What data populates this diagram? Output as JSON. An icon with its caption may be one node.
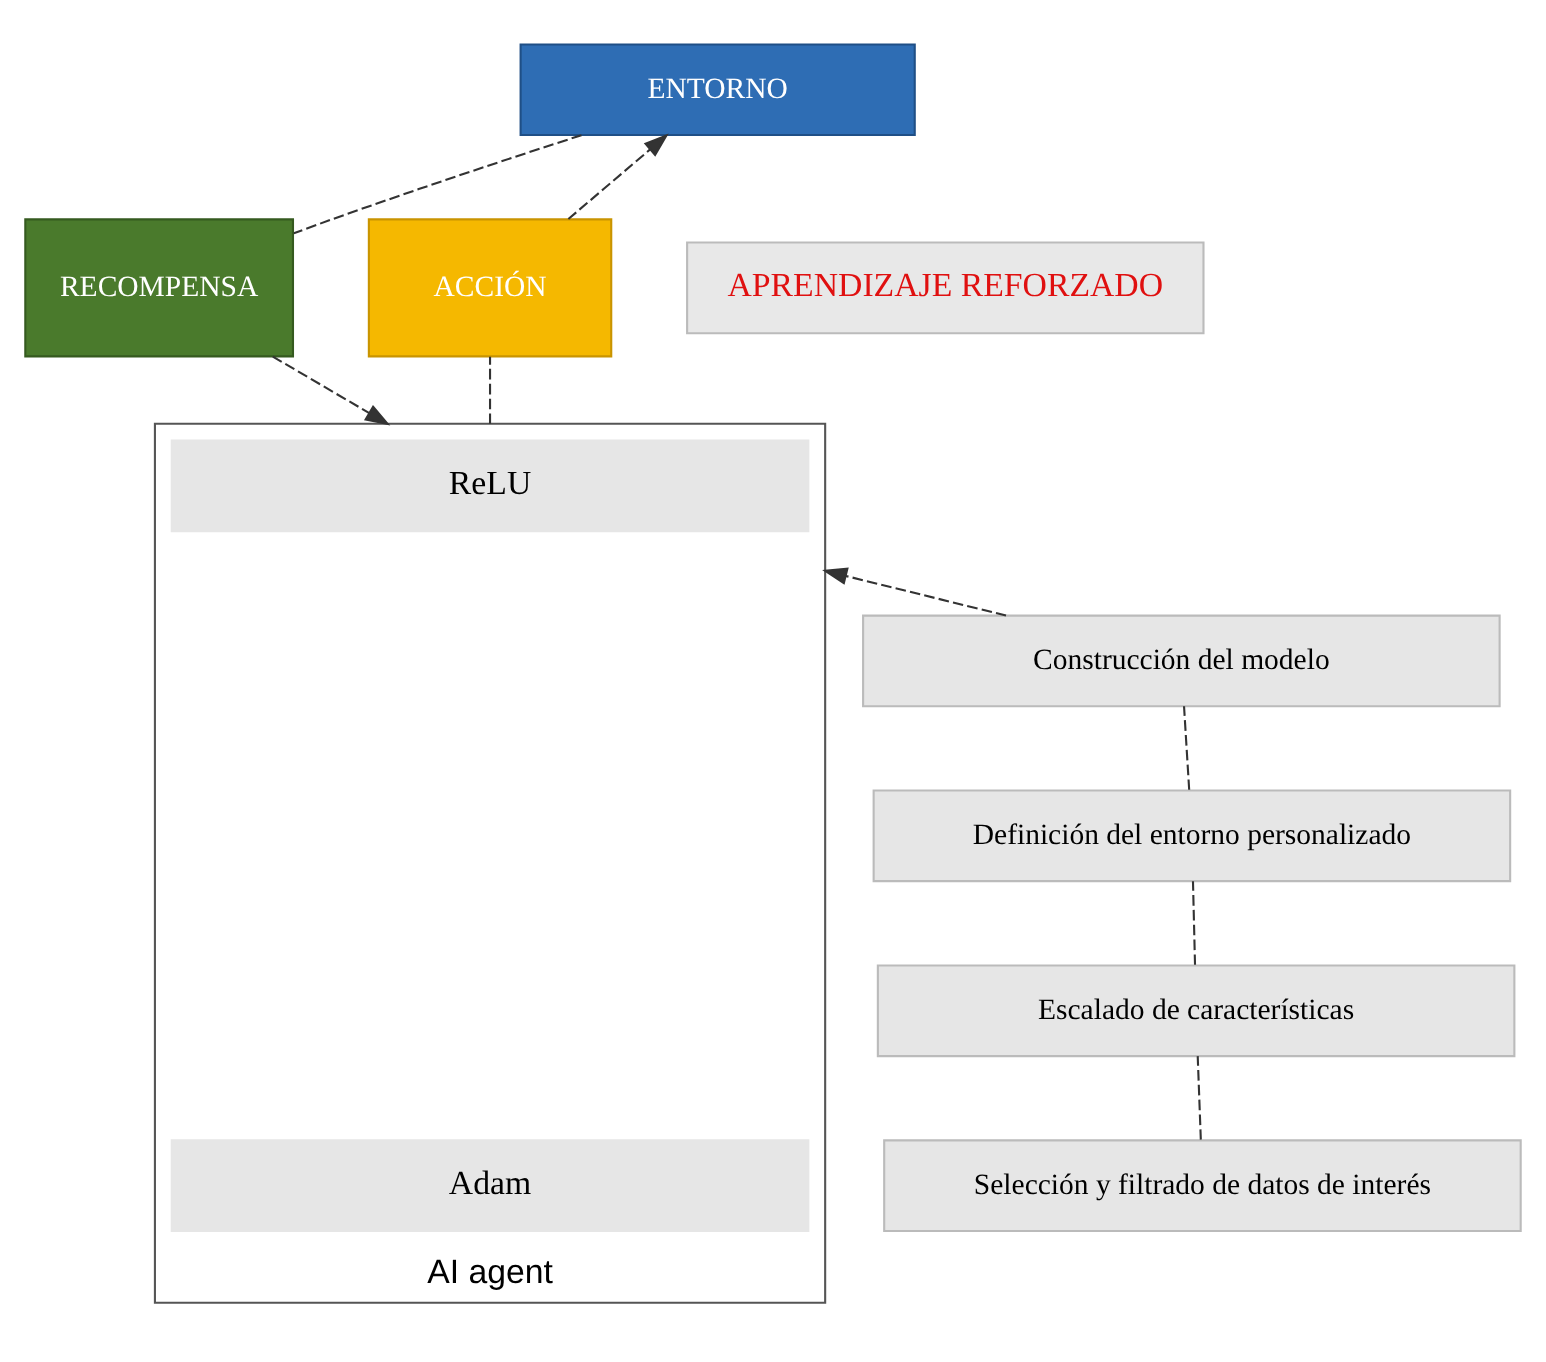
{
  "diagram": {
    "nodes": [
      {
        "text": [
          "ENTORNO"
        ]
      },
      {
        "text": [
          "ACCIÓN"
        ]
      },
      {
        "text": [
          "APRENDIZAJE REFORZADO"
        ]
      },
      {
        "text": [
          "RECOMPENSA"
        ]
      },
      {
        "text": [
          "AI agent"
        ]
      },
      {
        "text": [
          "ReLU"
        ],
        "in": 4
      },
      {
        "text": [
          "Adam"
        ],
        "in": 4
      },
      {
        "text": [
          "Construcción del modelo"
        ]
      },
      {
        "text": [
          "Definición del entorno personalizado"
        ]
      },
      {
        "text": [
          "Escalado de características"
        ]
      },
      {
        "text": [
          "Selección y filtrado de datos de interés"
        ]
      }
    ],
    "edges": [
      {
        "from": 0,
        "to": 3,
        "arrow": "none",
        "style": "dashed"
      },
      {
        "from": 3,
        "to": 4,
        "arrow": "to",
        "style": "dashed"
      },
      {
        "from": 4,
        "to": 1,
        "arrow": "none",
        "style": "dashed"
      },
      {
        "from": 1,
        "to": 0,
        "arrow": "to",
        "style": "dashed"
      },
      {
        "from": 10,
        "to": 9,
        "arrow": "none",
        "style": "dashed"
      },
      {
        "from": 9,
        "to": 8,
        "arrow": "none",
        "style": "dashed"
      },
      {
        "from": 8,
        "to": 7,
        "arrow": "none",
        "style": "dashed"
      },
      {
        "from": 7,
        "to": 4,
        "arrow": "to",
        "style": "dashed"
      }
    ]
  }
}
